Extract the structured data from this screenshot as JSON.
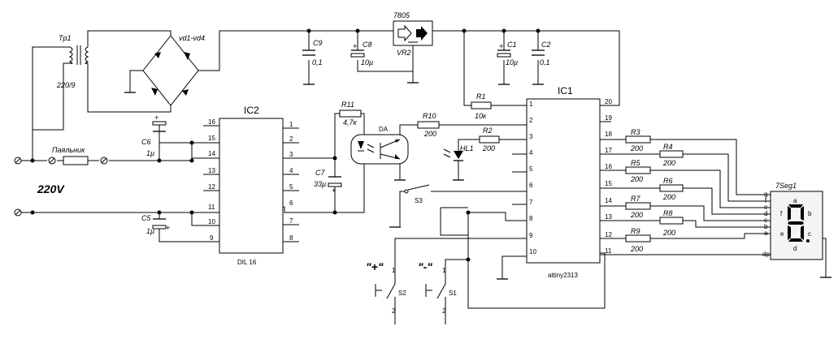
{
  "components": {
    "transformer": {
      "ref": "Tp1",
      "rating": "220/9"
    },
    "bridge": {
      "ref": "vd1-vd4"
    },
    "regulator": {
      "part": "7805",
      "ref": "VR2"
    },
    "c9": {
      "ref": "C9",
      "value": "0,1"
    },
    "c8": {
      "ref": "C8",
      "value": "10µ"
    },
    "c1": {
      "ref": "C1",
      "value": "10µ"
    },
    "c2": {
      "ref": "C2",
      "value": "0,1"
    },
    "c6": {
      "ref": "C6",
      "value": "1µ"
    },
    "c5": {
      "ref": "C5",
      "value": "1µ"
    },
    "c7": {
      "ref": "C7",
      "value": "33µ"
    },
    "r1": {
      "ref": "R1",
      "value": "10к"
    },
    "r2": {
      "ref": "R2",
      "value": "200"
    },
    "r3": {
      "ref": "R3",
      "value": "200"
    },
    "r4": {
      "ref": "R4",
      "value": "200"
    },
    "r5": {
      "ref": "R5",
      "value": "200"
    },
    "r6": {
      "ref": "R6",
      "value": "200"
    },
    "r7": {
      "ref": "R7",
      "value": "200"
    },
    "r8": {
      "ref": "R8",
      "value": "200"
    },
    "r9": {
      "ref": "R9",
      "value": "200"
    },
    "r10": {
      "ref": "R10",
      "value": "200"
    },
    "r11": {
      "ref": "R11",
      "value": "4,7к"
    },
    "ic1": {
      "ref": "IC1",
      "part": "attiny2313",
      "left_pins": [
        "1",
        "2",
        "3",
        "4",
        "5",
        "6",
        "7",
        "8",
        "9",
        "10"
      ],
      "right_pins": [
        "20",
        "19",
        "18",
        "17",
        "16",
        "15",
        "14",
        "13",
        "12",
        "11"
      ]
    },
    "ic2": {
      "ref": "IC2",
      "package": "DIL 16",
      "left_pins": [
        "16",
        "15",
        "14",
        "13",
        "12",
        "11",
        "10",
        "9"
      ],
      "right_pins": [
        "1",
        "2",
        "3",
        "4",
        "5",
        "6",
        "7",
        "8"
      ]
    },
    "optocoupler": {
      "ref": "DA"
    },
    "led": {
      "ref": "HL1"
    },
    "s1": {
      "ref": "S1",
      "caption": "\"-\"",
      "pin_a": "1",
      "pin_b": "2"
    },
    "s2": {
      "ref": "S2",
      "caption": "\"+\"",
      "pin_a": "1",
      "pin_b": "2"
    },
    "s3": {
      "ref": "S3"
    },
    "iron": {
      "label": "Паяльник"
    },
    "mains": {
      "label": "220V"
    },
    "display": {
      "ref": "7Seg1",
      "segments": [
        "g",
        "f",
        "e",
        "d",
        "c",
        "b",
        "a",
        "dp"
      ]
    }
  },
  "colors": {
    "ink": "#000000",
    "paper": "#ffffff",
    "display_body": "#f4f4f4"
  },
  "icons": [
    "terminal-icon",
    "diode-icon",
    "arrow-icon",
    "switch-icon",
    "ground-icon"
  ]
}
